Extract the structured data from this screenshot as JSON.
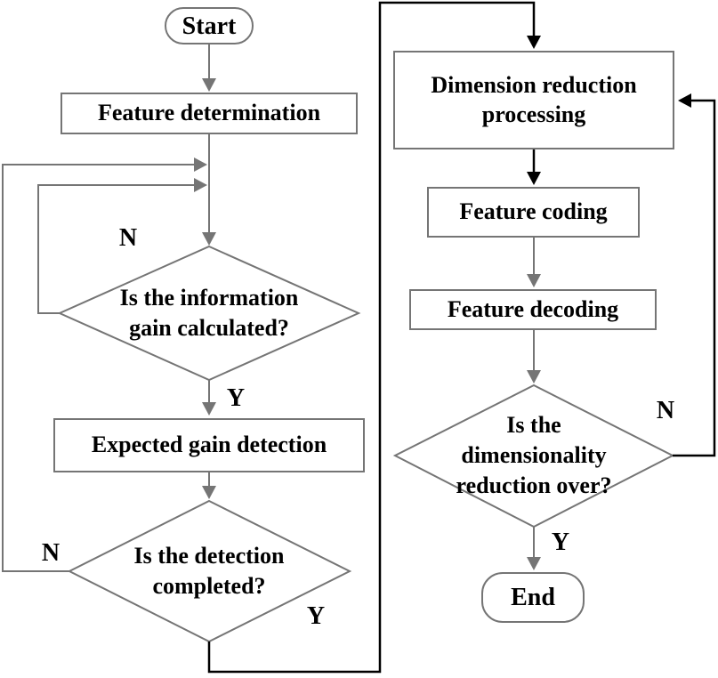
{
  "nodes": {
    "start": {
      "label": "Start"
    },
    "feature_determination": {
      "label": "Feature determination"
    },
    "info_gain_decision": {
      "label": "Is the information gain calculated?",
      "lines": [
        "Is the information",
        "gain calculated?"
      ]
    },
    "expected_gain_detection": {
      "label": "Expected gain detection"
    },
    "detection_decision": {
      "label": "Is the detection completed?",
      "lines": [
        "Is the detection",
        "completed?"
      ]
    },
    "dimension_reduction": {
      "label": "Dimension reduction processing",
      "lines": [
        "Dimension reduction",
        "processing"
      ]
    },
    "feature_coding": {
      "label": "Feature coding"
    },
    "feature_decoding": {
      "label": "Feature decoding"
    },
    "dimensionality_decision": {
      "label": "Is the dimensionality reduction over?",
      "lines": [
        "Is the",
        "dimensionality",
        "reduction over?"
      ]
    },
    "end": {
      "label": "End"
    }
  },
  "edges": [
    {
      "from": "start",
      "to": "feature_determination",
      "label": ""
    },
    {
      "from": "feature_determination",
      "to": "info_gain_decision",
      "label": ""
    },
    {
      "from": "info_gain_decision",
      "to": "info_gain_decision",
      "label": "N"
    },
    {
      "from": "info_gain_decision",
      "to": "expected_gain_detection",
      "label": "Y"
    },
    {
      "from": "expected_gain_detection",
      "to": "detection_decision",
      "label": ""
    },
    {
      "from": "detection_decision",
      "to": "info_gain_decision",
      "label": "N"
    },
    {
      "from": "detection_decision",
      "to": "dimension_reduction",
      "label": "Y"
    },
    {
      "from": "dimension_reduction",
      "to": "feature_coding",
      "label": ""
    },
    {
      "from": "feature_coding",
      "to": "feature_decoding",
      "label": ""
    },
    {
      "from": "feature_decoding",
      "to": "dimensionality_decision",
      "label": ""
    },
    {
      "from": "dimensionality_decision",
      "to": "dimension_reduction",
      "label": "N"
    },
    {
      "from": "dimensionality_decision",
      "to": "end",
      "label": "Y"
    }
  ],
  "colors": {
    "line_gray": "#757575",
    "line_black": "#000000",
    "text": "#000000",
    "node_fill": "#ffffff",
    "background": "#ffffff"
  }
}
